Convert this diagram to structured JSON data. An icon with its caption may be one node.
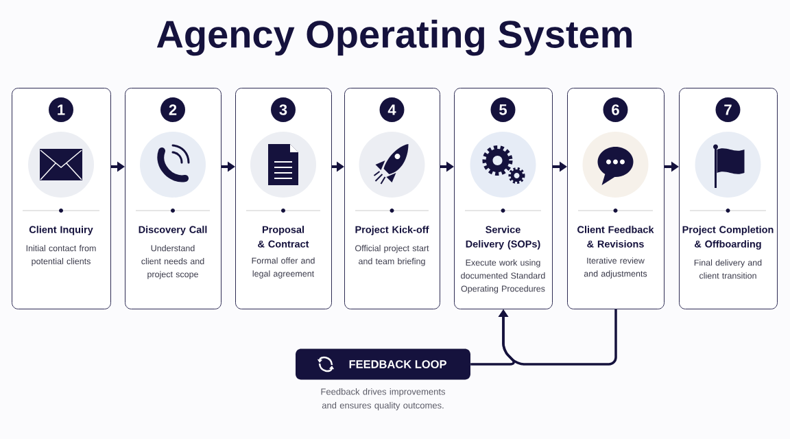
{
  "diagram": {
    "title": "Agency Operating System",
    "nodes": [
      {
        "text": [
          "1",
          "Client Inquiry",
          "Initial contact from potential clients"
        ]
      },
      {
        "text": [
          "2",
          "Discovery Call",
          "Understand client needs and project scope"
        ]
      },
      {
        "text": [
          "3",
          "Proposal & Contract",
          "Formal offer and legal agreement"
        ]
      },
      {
        "text": [
          "4",
          "Project Kick-off",
          "Official project start and team briefing"
        ]
      },
      {
        "text": [
          "5",
          "Service Delivery (SOPs)",
          "Execute work using documented Standard Operating Procedures"
        ]
      },
      {
        "text": [
          "6",
          "Client Feedback & Revisions",
          "Iterative review and adjustments"
        ]
      },
      {
        "text": [
          "7",
          "Project Completion & Offboarding",
          "Final delivery and client transition"
        ]
      },
      {
        "text": [
          "FEEDBACK LOOP"
        ],
        "beside": [
          "Feedback drives improvements and ensures quality outcomes."
        ]
      }
    ],
    "edges": [
      {
        "from": 0,
        "to": 1,
        "arrow": "to"
      },
      {
        "from": 1,
        "to": 2,
        "arrow": "to"
      },
      {
        "from": 2,
        "to": 3,
        "arrow": "to"
      },
      {
        "from": 3,
        "to": 4,
        "arrow": "to"
      },
      {
        "from": 4,
        "to": 5,
        "arrow": "to"
      },
      {
        "from": 5,
        "to": 6,
        "arrow": "to"
      },
      {
        "from": 5,
        "to": 4,
        "arrow": "to"
      },
      {
        "from": 7,
        "to": 4,
        "arrow": "to"
      }
    ]
  }
}
